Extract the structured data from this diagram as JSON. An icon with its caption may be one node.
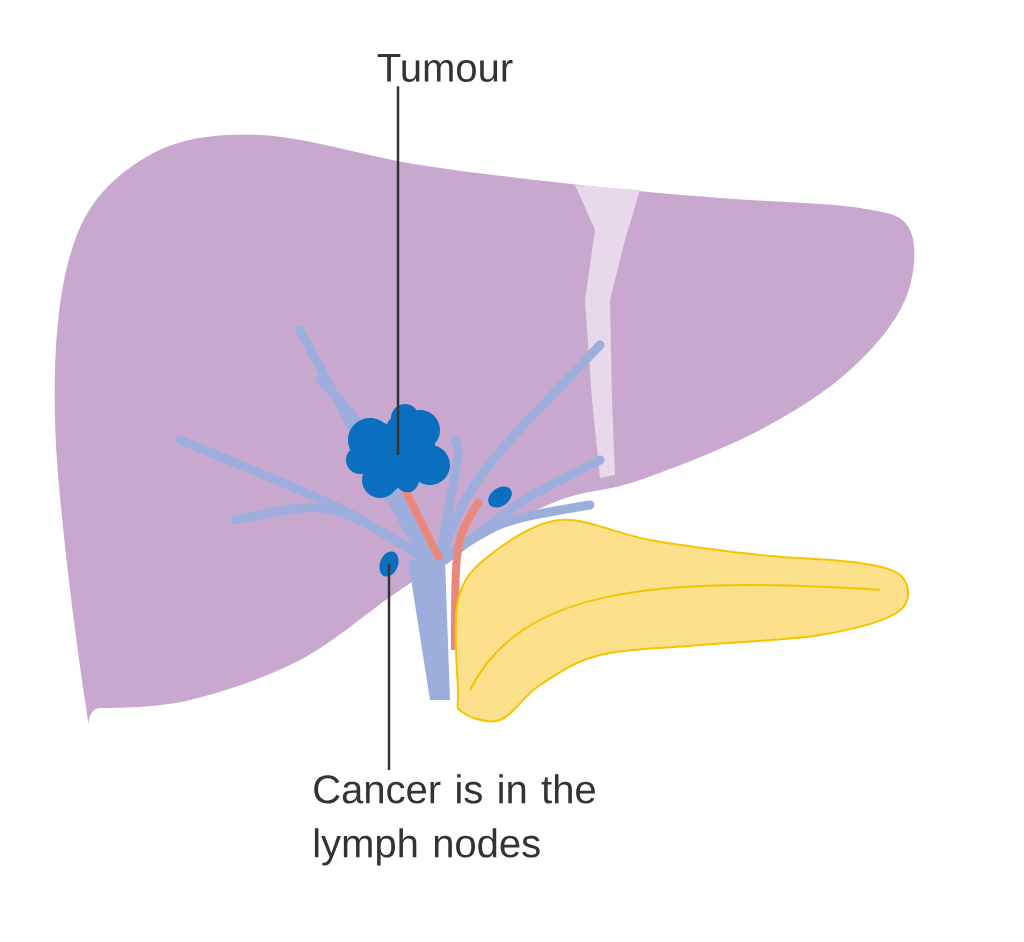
{
  "diagram": {
    "nodes": [
      {
        "text": [
          "Tumour"
        ]
      },
      {
        "text": [],
        "shape": "cloud"
      },
      {
        "text": [
          "Cancer is in the lymph nodes"
        ]
      },
      {
        "text": [],
        "shape": "circle"
      }
    ],
    "edges": [
      {
        "from": 0,
        "to": 1,
        "arrow": "none"
      },
      {
        "from": 2,
        "to": 3,
        "arrow": "none"
      }
    ]
  }
}
